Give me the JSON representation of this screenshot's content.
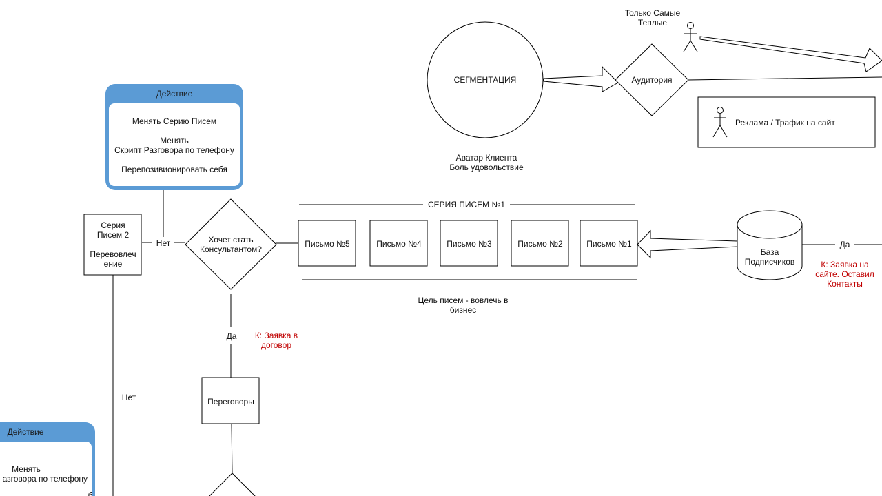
{
  "colors": {
    "panel_accent": "#5b9bd5",
    "condition_text": "#c00000",
    "stroke": "#000000"
  },
  "action_panel_top": {
    "header": "Действие",
    "line1": "Менять Серию Писем",
    "line2a": "Менять",
    "line2b": "Скрипт Разговора по телефону",
    "line3": "Перепозивионировать себя"
  },
  "action_panel_bottom": {
    "header": "Действие",
    "line1": "Менять",
    "line2": "азговора по телефону",
    "line3": "б"
  },
  "segmentation": {
    "circle_label": "СЕГМЕНТАЦИЯ",
    "caption_line1": "Аватар Клиента",
    "caption_line2": "Боль удовольствие"
  },
  "audience": {
    "label": "Аудитория",
    "warm_line1": "Только Самые",
    "warm_line2": "Теплые",
    "ads_label": "Реклама / Трафик на сайт"
  },
  "letter_series": {
    "title": "СЕРИЯ ПИСЕМ №1",
    "letters": [
      "Письмо №5",
      "Письмо №4",
      "Письмо №3",
      "Письмо №2",
      "Письмо №1"
    ],
    "goal_line1": "Цель писем - вовлечь в",
    "goal_line2": "бизнес"
  },
  "subscribers": {
    "line1": "База",
    "line2": "Подписчиков",
    "yes_label": "Да",
    "cond_line1": "К: Заявка на",
    "cond_line2": "сайте. Оставил",
    "cond_line3": "Контакты"
  },
  "decision": {
    "line1": "Хочет стать",
    "line2": "Консультантом?",
    "no_label": "Нет",
    "yes_label": "Да",
    "cond_line1": "К: Заявка в",
    "cond_line2": "договор"
  },
  "series2": {
    "line1": "Серия",
    "line2": "Писем 2",
    "line3": "Перевовлеч",
    "line4": "ение",
    "no_label": "Нет"
  },
  "negotiations": {
    "label": "Переговоры"
  }
}
